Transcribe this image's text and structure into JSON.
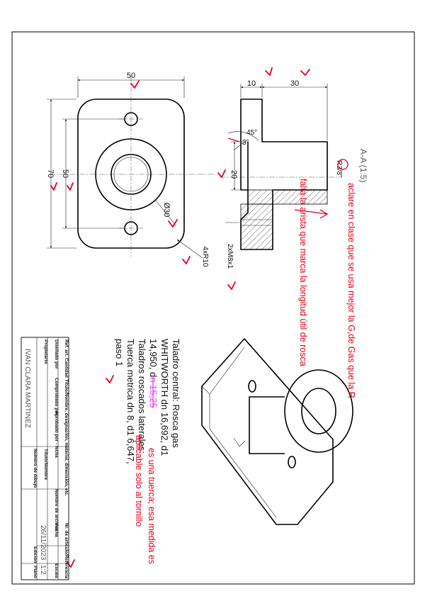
{
  "dimensions": {
    "width_top": "50",
    "height_outer": "70",
    "height_inner": "50",
    "diameter": "Ø30",
    "fillet": "4xR10",
    "flange_thickness": "10",
    "boss_length": "30",
    "angle_45": "45°",
    "angle_3": "3°",
    "bore": "20",
    "thread_round": "R3/8\"",
    "side_thread": "2xM8x1"
  },
  "section_label": "A-A (1:5)",
  "notes": {
    "description_title": "Taladro central: Rosca gas",
    "line_2": "WHITWORTH dn 16,692, d1",
    "line_3_prefix": "14,950, d",
    "line_3_struck": "n 15,25",
    "line_4": "Taladros roscados laterales:",
    "line_5": "Tuerca metrica dn 8, d1 6,647,",
    "line_6": "paso 1"
  },
  "annotations": {
    "note_1": "aclare en clase que se usa mejor la G,de Gas que la R",
    "note_2": "falta la arista que marca la longitud útil de rosca",
    "note_3": "es una tuerca; esa medida es",
    "note_4": "aplicable solo al tornillo"
  },
  "title_block": {
    "ref_cantidad": "Ref. art.",
    "cantidad": "Cantidad",
    "titulo_nombre": "Título/Nombre, designación, material, dimensión, etc.",
    "nr_articulo": "Nr. de artículo/Referencia",
    "disenado_por": "Diseñado por",
    "comprobado_por": "Comprobado por",
    "aprobado_por": "Aprobado por - fecha",
    "nombre_archivo": "Nombre de archivo",
    "fecha": "Fecha",
    "escala": "Escala",
    "propietario": "Propietario",
    "titulo_nombre_2": "Título/Nombre",
    "numero_dibujo": "Número de dibujo",
    "edicion": "Edición",
    "plano": "Plano",
    "autor": "IVAN CLARA MARTINEZ",
    "fecha_valor": "26/11/2023",
    "escala_valor": "1:2"
  },
  "colors": {
    "annotation": "#e0001b",
    "highlight": "#e040ff",
    "ink": "#000000"
  }
}
